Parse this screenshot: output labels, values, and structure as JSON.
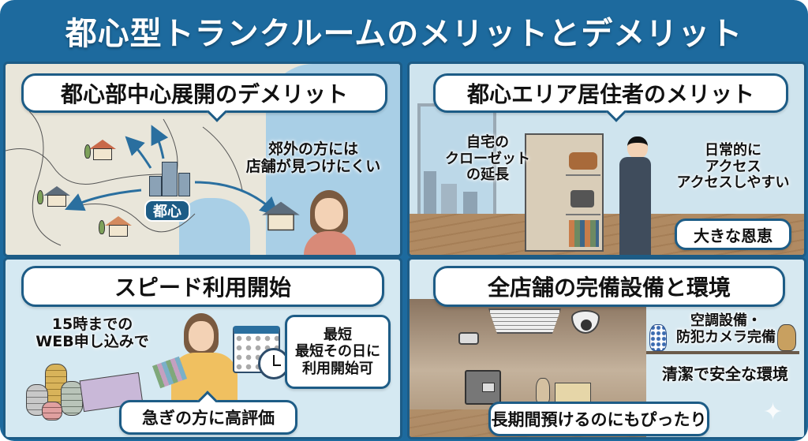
{
  "header": {
    "title": "都心型トランクルームのメリットとデメリット"
  },
  "panels": {
    "top_left": {
      "heading": "都心部中心展開のデメリット",
      "map_label": "都心",
      "caption_line1": "郊外の方には",
      "caption_line2": "店舗が見つけにくい",
      "icons": [
        "map-icon",
        "office-buildings-icon",
        "house-icon",
        "worried-woman-icon",
        "arrow-icon"
      ]
    },
    "top_right": {
      "heading": "都心エリア居住者のメリット",
      "left_caption_line1": "自宅の",
      "left_caption_line2": "クローゼット",
      "left_caption_line3": "の延長",
      "right_caption_line1": "日常的に",
      "right_caption_line2": "アクセス",
      "right_caption_line3": "アクセスしやすい",
      "badge": "大きな恩恵",
      "icons": [
        "storage-cabinet-icon",
        "businessman-icon",
        "window-cityscape-icon"
      ]
    },
    "bottom_left": {
      "heading": "スピード利用開始",
      "left_caption_line1": "15時までの",
      "left_caption_line2": "WEB申し込みで",
      "right_box_line1": "最短",
      "right_box_line2": "最短その日に",
      "right_box_line3": "利用開始可",
      "badge": "急ぎの方に高評価",
      "icons": [
        "coins-icon",
        "banknotes-icon",
        "smiling-woman-icon",
        "calendar-icon",
        "clock-icon"
      ]
    },
    "bottom_right": {
      "heading": "全店舗の完備設備と環境",
      "right_caption_line1": "空調設備・",
      "right_caption_line2": "防犯カメラ完備",
      "right_caption_line3": "清潔で安全な環境",
      "badge": "長期間預けるのにもぴったり",
      "icons": [
        "air-conditioner-icon",
        "security-camera-icon",
        "safe-icon",
        "vase-icon",
        "sparkle-icon"
      ]
    }
  },
  "colors": {
    "frame_blue": "#1d6a9e",
    "border_navy": "#1d5c86",
    "panel_light_blue": "#d5e9f2",
    "map_land": "#e9e6da",
    "map_sea": "#a9cfe6"
  }
}
